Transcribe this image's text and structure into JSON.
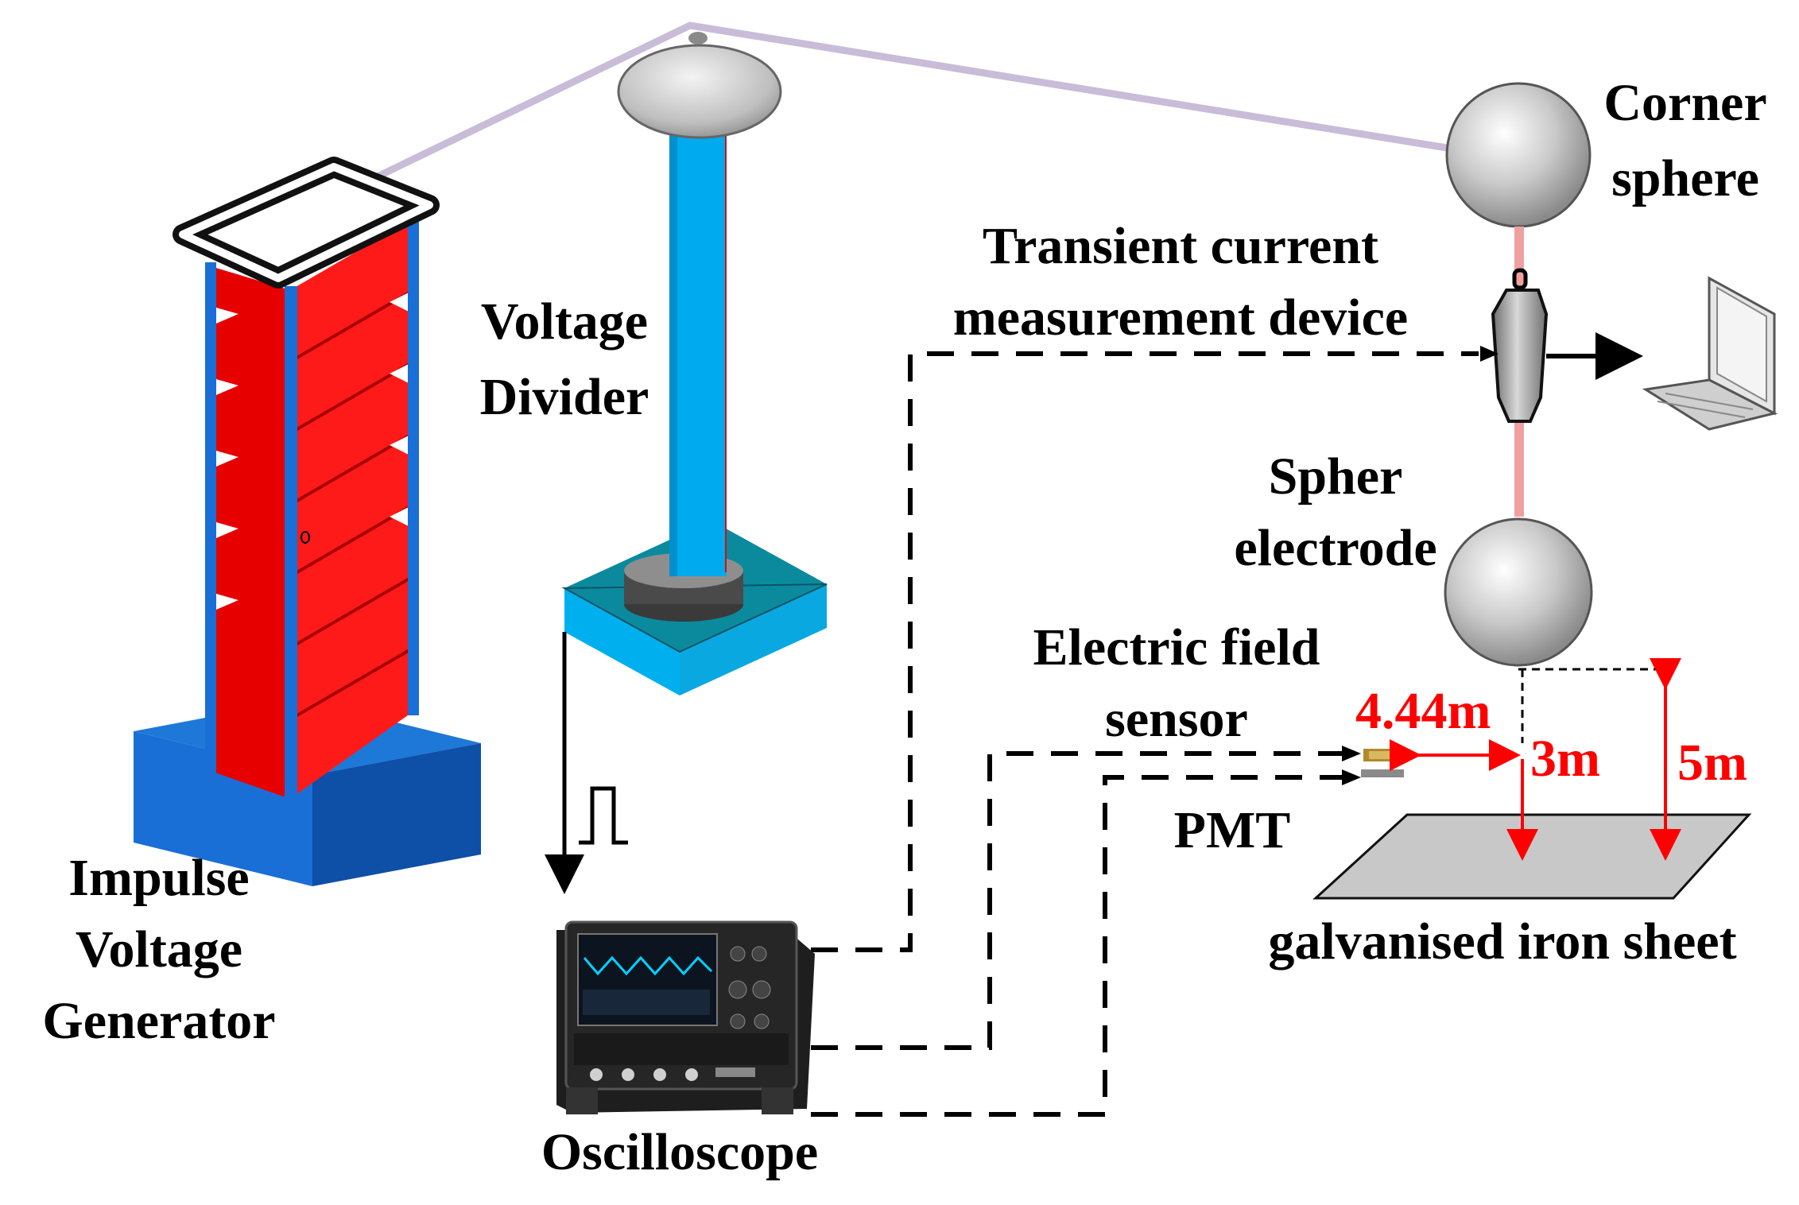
{
  "labels": {
    "impulse_generator": [
      "Impulse",
      "Voltage",
      "Generator"
    ],
    "voltage_divider": [
      "Voltage",
      "Divider"
    ],
    "oscilloscope": "Oscilloscope",
    "transient_device": [
      "Transient current",
      "measurement device"
    ],
    "corner_sphere": [
      "Corner",
      "sphere"
    ],
    "sphere_electrode": [
      "Spher",
      "electrode"
    ],
    "electric_field_sensor": [
      "Electric field",
      "sensor"
    ],
    "pmt": "PMT",
    "iron_sheet": "galvanised iron sheet"
  },
  "dimensions": {
    "horizontal_distance": "4.44m",
    "sensor_height": "3m",
    "electrode_height": "5m"
  },
  "colors": {
    "generator_red": "#e60000",
    "generator_blue": "#1a6fd6",
    "divider_column": "#00aaee",
    "divider_base": "#0099cc",
    "connection_wire": "#c8bcd8",
    "ground_link": "#f0a0a0",
    "dimension_red": "#ff0000",
    "sheet_gray": "#c8c8c8"
  },
  "icons": [
    "laptop-icon",
    "oscilloscope-icon",
    "pulse-waveform-icon"
  ]
}
